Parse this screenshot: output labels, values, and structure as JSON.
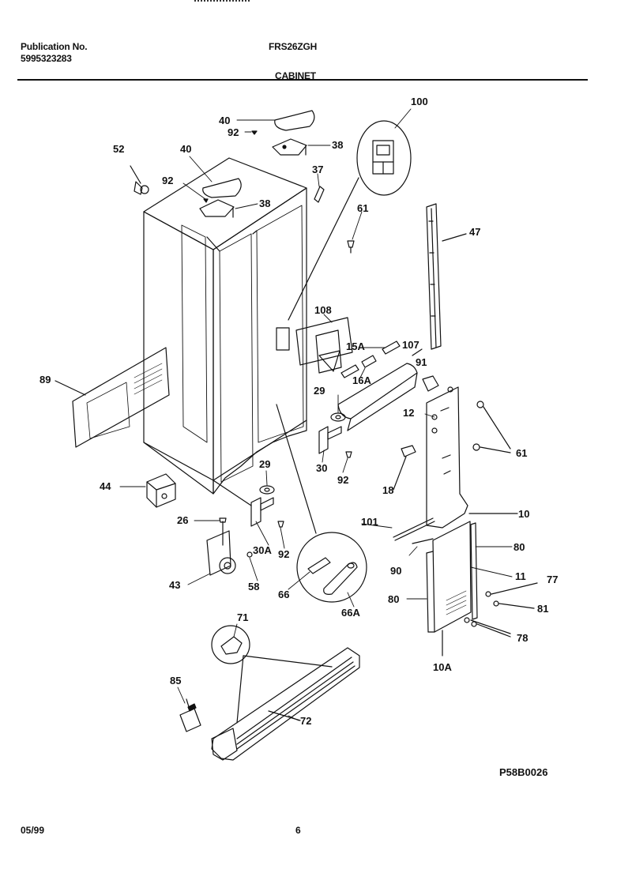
{
  "header": {
    "publication_label": "Publication No.",
    "publication_number": "5995323283",
    "model": "FRS26ZGH",
    "section": "CABINET"
  },
  "footer": {
    "date": "05/99",
    "page": "6",
    "drawing_code": "P58B0026"
  },
  "callouts": {
    "c100": "100",
    "c40a": "40",
    "c92a": "92",
    "c38a": "38",
    "c52": "52",
    "c40b": "40",
    "c92b": "92",
    "c38b": "38",
    "c37": "37",
    "c61a": "61",
    "c47": "47",
    "c108": "108",
    "c15a": "15A",
    "c107": "107",
    "c16a": "16A",
    "c91": "91",
    "c89": "89",
    "c29a": "29",
    "c12": "12",
    "c61b": "61",
    "c30": "30",
    "c92c": "92",
    "c18": "18",
    "c44": "44",
    "c29b": "29",
    "c10": "10",
    "c26": "26",
    "c101": "101",
    "c30a": "30A",
    "c92d": "92",
    "c80a": "80",
    "c90": "90",
    "c11": "11",
    "c43": "43",
    "c58": "58",
    "c66": "66",
    "c66a": "66A",
    "c77": "77",
    "c80b": "80",
    "c81": "81",
    "c71": "71",
    "c78": "78",
    "c10a": "10A",
    "c85": "85",
    "c72": "72"
  }
}
